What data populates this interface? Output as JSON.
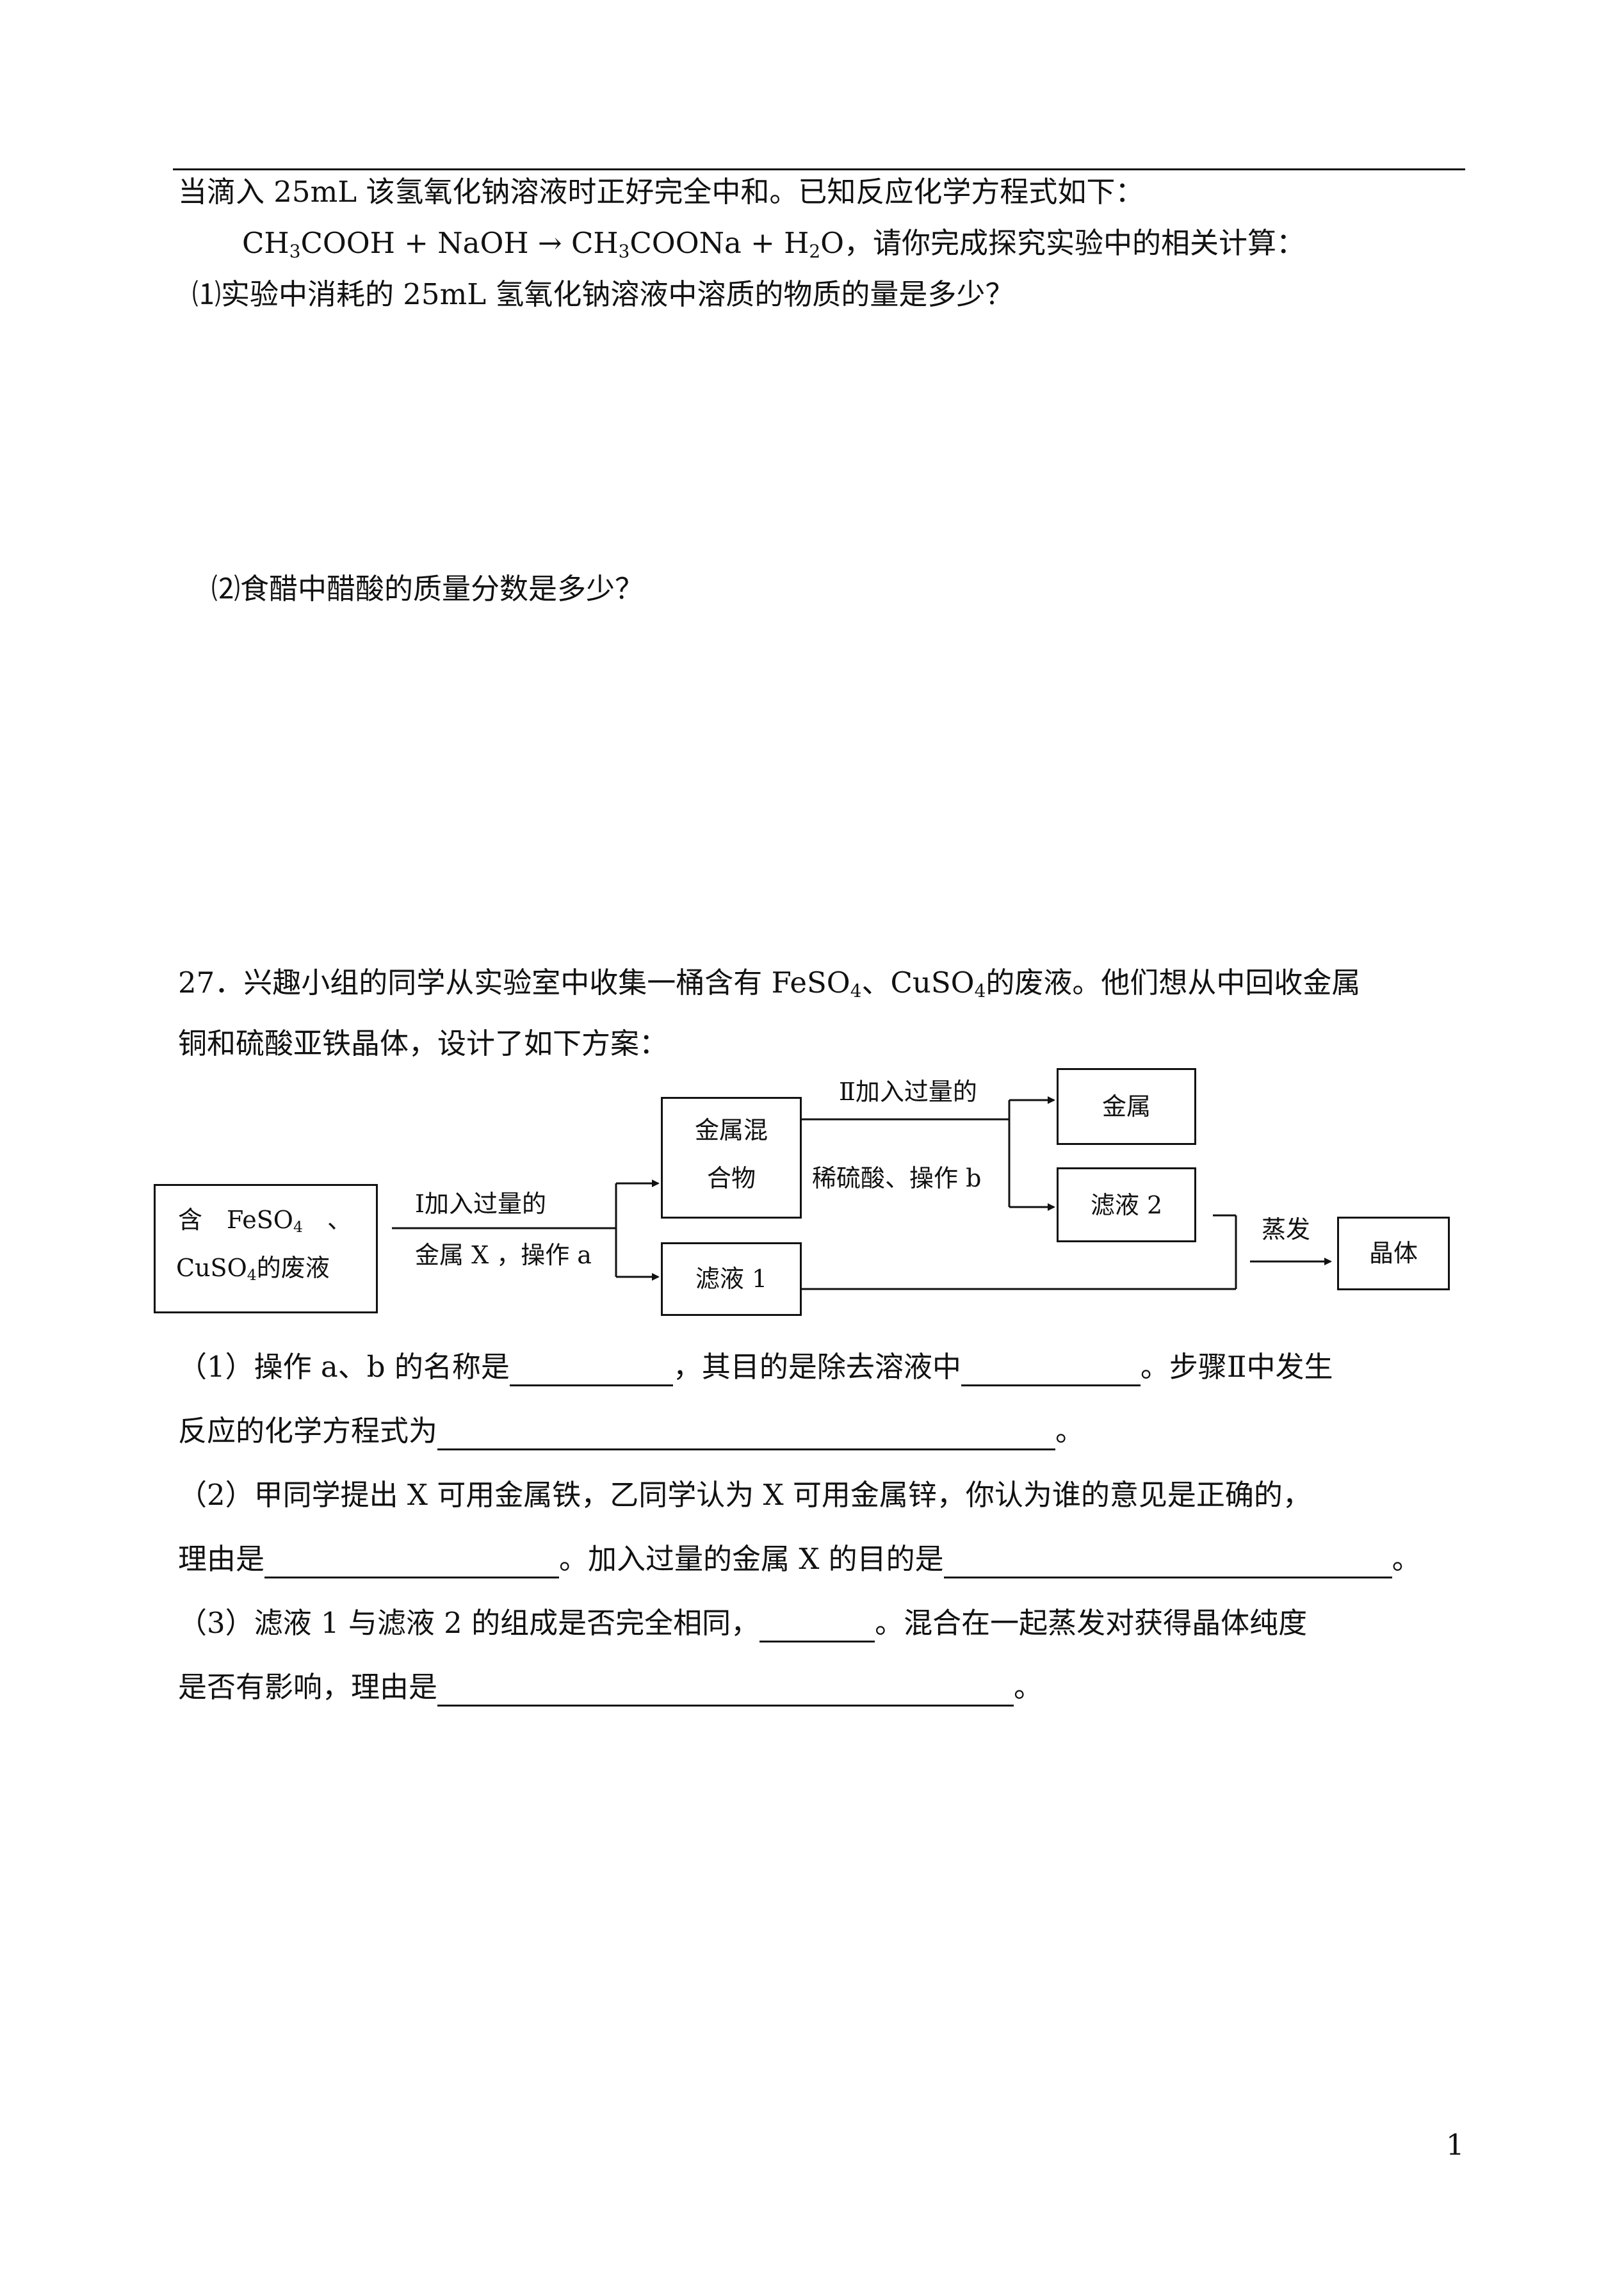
{
  "intro_line": "当滴入 25mL 该氢氧化钠溶液时正好完全中和。已知反应化学方程式如下：",
  "equation": {
    "reactant_1_pre": "CH",
    "reactant_1_sub": "3",
    "reactant_1_post": "COOH",
    "plus_1": "+",
    "reactant_2": "NaOH",
    "arrow": "→",
    "product_1_pre": "CH",
    "product_1_sub": "3",
    "product_1_post": "COONa",
    "plus_2": "+",
    "product_2_pre": "H",
    "product_2_sub": "2",
    "product_2_post": "O",
    "tail": "，请你完成探究实验中的相关计算："
  },
  "q26_sub1": "⑴实验中消耗的 25mL 氢氧化钠溶液中溶质的物质的量是多少？",
  "q26_sub2": "⑵食醋中醋酸的质量分数是多少？",
  "q27": {
    "line1_a": "27．兴趣小组的同学从实验室中收集一桶含有 FeSO",
    "line1_sub1": "4",
    "line1_b": "、CuSO",
    "line1_sub2": "4",
    "line1_c": "的废液。他们想从中回收金属",
    "line2": "铜和硫酸亚铁晶体，设计了如下方案："
  },
  "diagram": {
    "start_box_line1": "含　FeSO",
    "start_box_line1_sub": "4",
    "start_box_line1_tail": "　、",
    "start_box_line2_pre": "CuSO",
    "start_box_line2_sub": "4",
    "start_box_line2_post": "的废液",
    "step1_label_top": "Ⅰ加入过量的",
    "step1_label_bottom": "金属 X ，操作 a",
    "metal_mix_line1": "金属混",
    "metal_mix_line2": "合物",
    "filtrate1": "滤液 1",
    "step2_label_top": "Ⅱ加入过量的",
    "step2_label_bottom": "稀硫酸、操作 b",
    "metal": "金属",
    "filtrate2": "滤液 2",
    "evaporate": "蒸发",
    "crystal": "晶体"
  },
  "questions": {
    "q1_a": "（1）操作 a、b 的名称是",
    "q1_b": "，其目的是除去溶液中",
    "q1_c": "。步骤Ⅱ中发生",
    "q1_d": "反应的化学方程式为",
    "q1_e": "。",
    "q2_a": "（2）甲同学提出 X 可用金属铁，乙同学认为 X 可用金属锌，你认为谁的意见是正确的，",
    "q2_b": "理由是",
    "q2_c": "。加入过量的金属 X 的目的是",
    "q2_d": "。",
    "q3_a": "（3）滤液 1 与滤液 2 的组成是否完全相同，",
    "q3_b": "。混合在一起蒸发对获得晶体纯度",
    "q3_c": "是否有影响，理由是",
    "q3_d": "。"
  },
  "page_number": "1"
}
